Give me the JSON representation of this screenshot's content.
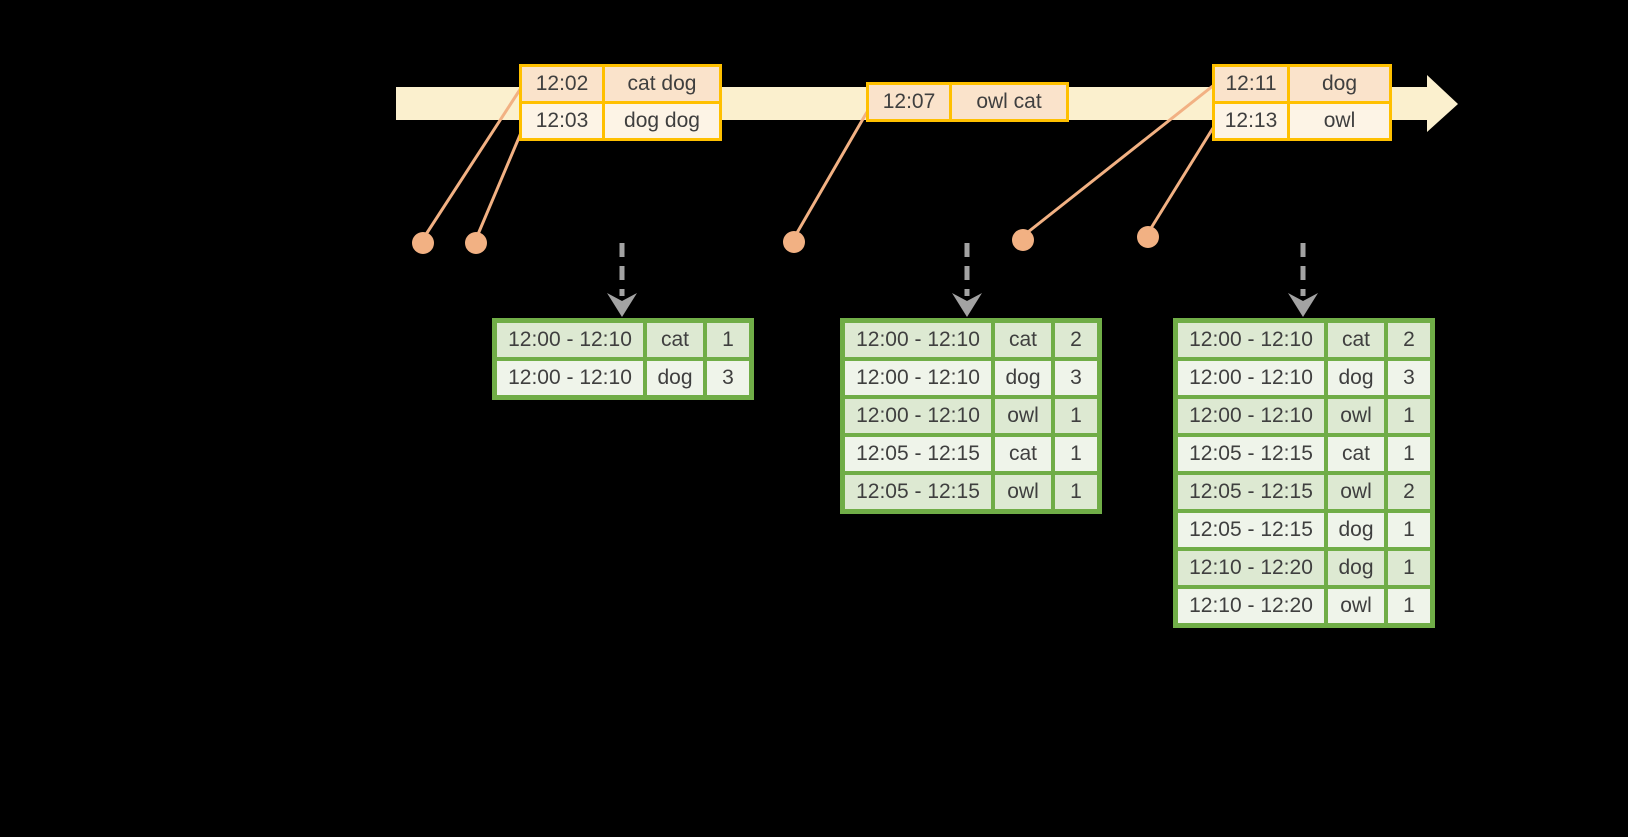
{
  "colors": {
    "background": "#000000",
    "timeline_fill": "#fbf0ce",
    "event_border": "#ffc000",
    "event_row_dark": "#fae3cb",
    "event_row_light": "#fdf4e6",
    "connector": "#f2b183",
    "trigger_arrow": "#a3a3a3",
    "result_border": "#70ad47",
    "result_row_dark": "#dde9d2",
    "result_row_light": "#eff4ea",
    "cell_text": "#3f3f3f"
  },
  "event_tables": [
    {
      "rows": [
        {
          "time": "12:02",
          "words": "cat dog"
        },
        {
          "time": "12:03",
          "words": "dog dog"
        }
      ]
    },
    {
      "rows": [
        {
          "time": "12:07",
          "words": "owl cat"
        }
      ]
    },
    {
      "rows": [
        {
          "time": "12:11",
          "words": "dog"
        },
        {
          "time": "12:13",
          "words": "owl"
        }
      ]
    }
  ],
  "result_tables": [
    {
      "rows": [
        {
          "window": "12:00 - 12:10",
          "word": "cat",
          "count": "1"
        },
        {
          "window": "12:00 - 12:10",
          "word": "dog",
          "count": "3"
        }
      ]
    },
    {
      "rows": [
        {
          "window": "12:00 - 12:10",
          "word": "cat",
          "count": "2"
        },
        {
          "window": "12:00 - 12:10",
          "word": "dog",
          "count": "3"
        },
        {
          "window": "12:00 - 12:10",
          "word": "owl",
          "count": "1"
        },
        {
          "window": "12:05 - 12:15",
          "word": "cat",
          "count": "1"
        },
        {
          "window": "12:05 - 12:15",
          "word": "owl",
          "count": "1"
        }
      ]
    },
    {
      "rows": [
        {
          "window": "12:00 - 12:10",
          "word": "cat",
          "count": "2"
        },
        {
          "window": "12:00 - 12:10",
          "word": "dog",
          "count": "3"
        },
        {
          "window": "12:00 - 12:10",
          "word": "owl",
          "count": "1"
        },
        {
          "window": "12:05 - 12:15",
          "word": "cat",
          "count": "1"
        },
        {
          "window": "12:05 - 12:15",
          "word": "owl",
          "count": "2"
        },
        {
          "window": "12:05 - 12:15",
          "word": "dog",
          "count": "1"
        },
        {
          "window": "12:10 - 12:20",
          "word": "dog",
          "count": "1"
        },
        {
          "window": "12:10 - 12:20",
          "word": "owl",
          "count": "1"
        }
      ]
    }
  ]
}
